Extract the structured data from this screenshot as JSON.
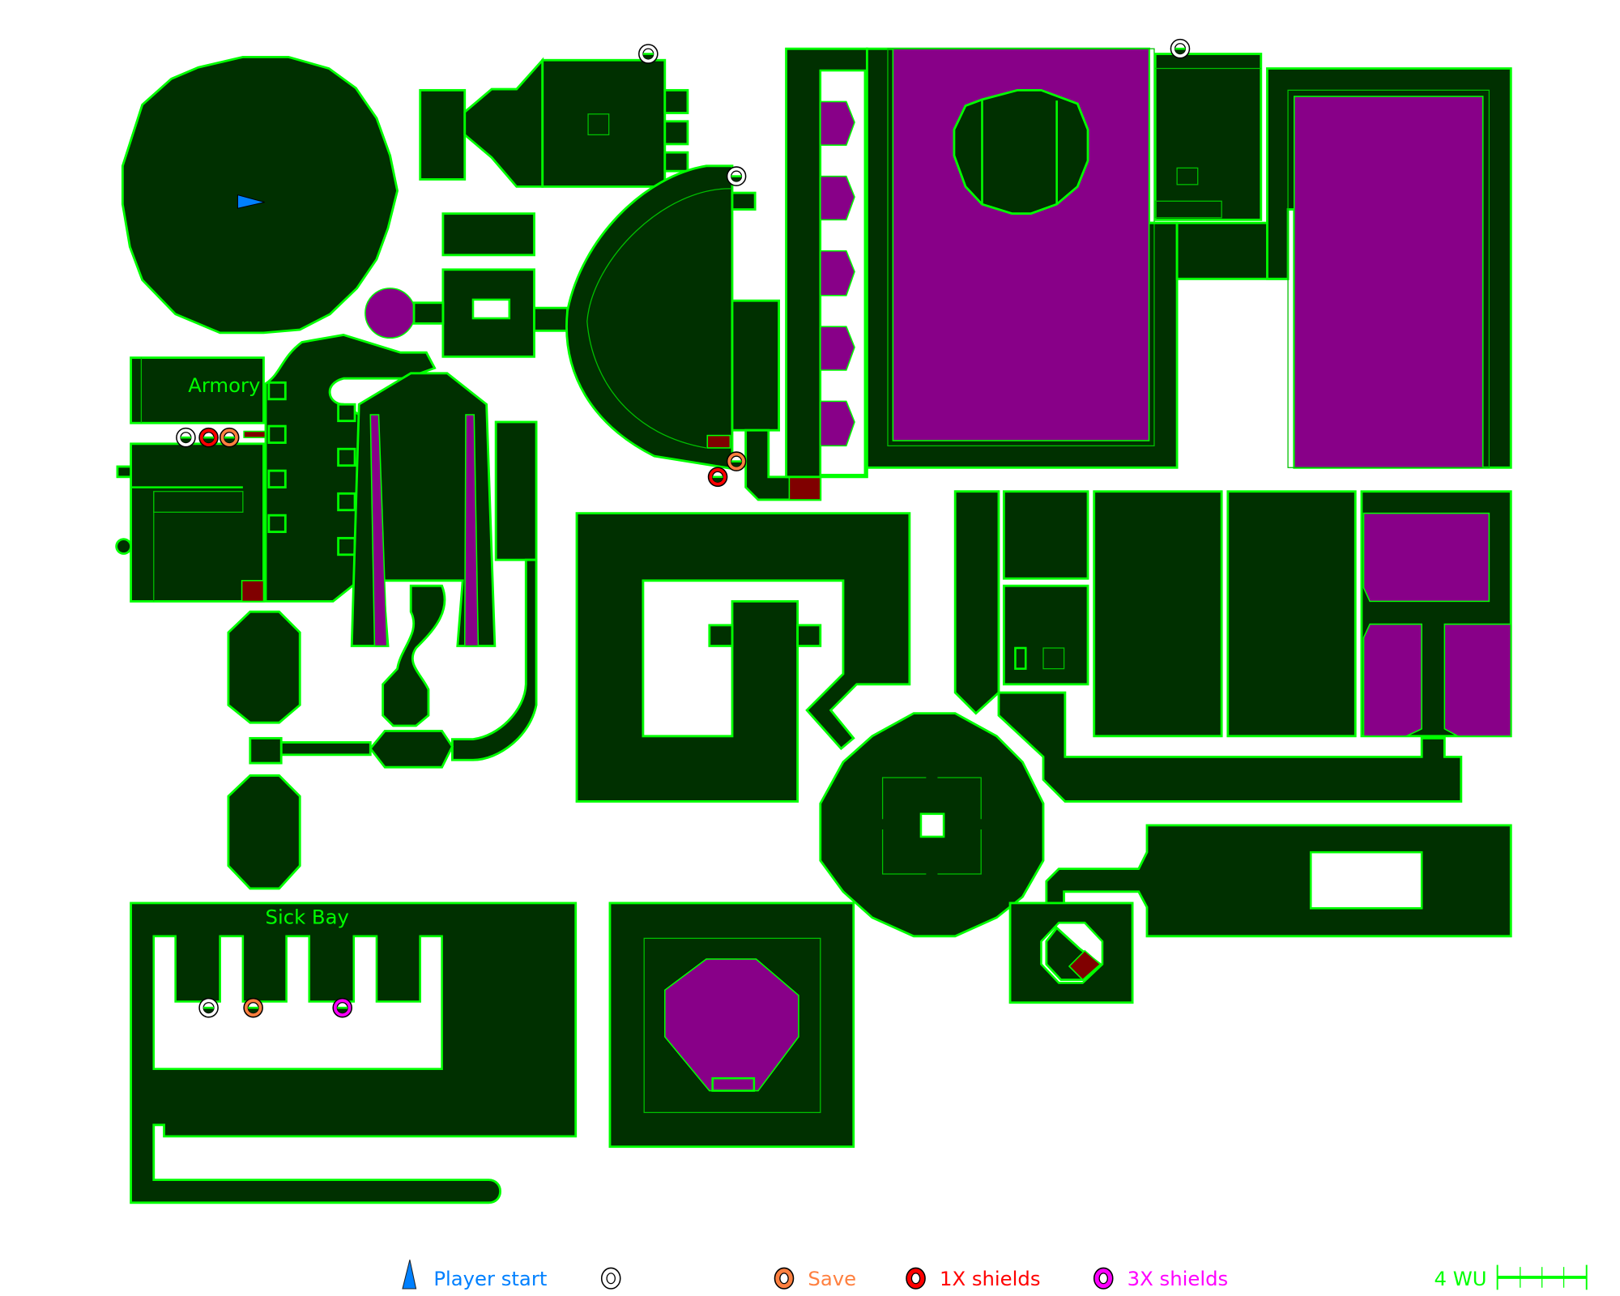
{
  "rooms": {
    "armory": "Armory",
    "sick_bay": "Sick Bay"
  },
  "legend": {
    "player_start": "Player start",
    "save": "Save",
    "shields_1x": "1X shields",
    "shields_3x": "3X shields",
    "scale": "4 WU"
  },
  "colors": {
    "floor": "#003000",
    "wall": "#00ff00",
    "liquid": "#880088",
    "door_locked": "#800000",
    "player": "#0080ff",
    "save": "#ff8040",
    "shields_1x": "#ff0000",
    "shields_3x": "#ff00ff"
  },
  "markers": [
    {
      "type": "item",
      "icon": "white-ring-icon"
    },
    {
      "type": "item",
      "icon": "white-ring-icon"
    },
    {
      "type": "item",
      "icon": "white-ring-icon"
    },
    {
      "type": "item",
      "icon": "white-ring-icon"
    },
    {
      "type": "item",
      "icon": "white-ring-icon"
    },
    {
      "type": "shields_1x",
      "icon": "red-ring-icon"
    },
    {
      "type": "shields_1x",
      "icon": "red-ring-icon"
    },
    {
      "type": "save",
      "icon": "orange-ring-icon"
    },
    {
      "type": "save",
      "icon": "orange-ring-icon"
    },
    {
      "type": "save",
      "icon": "orange-ring-icon"
    },
    {
      "type": "shields_3x",
      "icon": "magenta-ring-icon"
    }
  ]
}
